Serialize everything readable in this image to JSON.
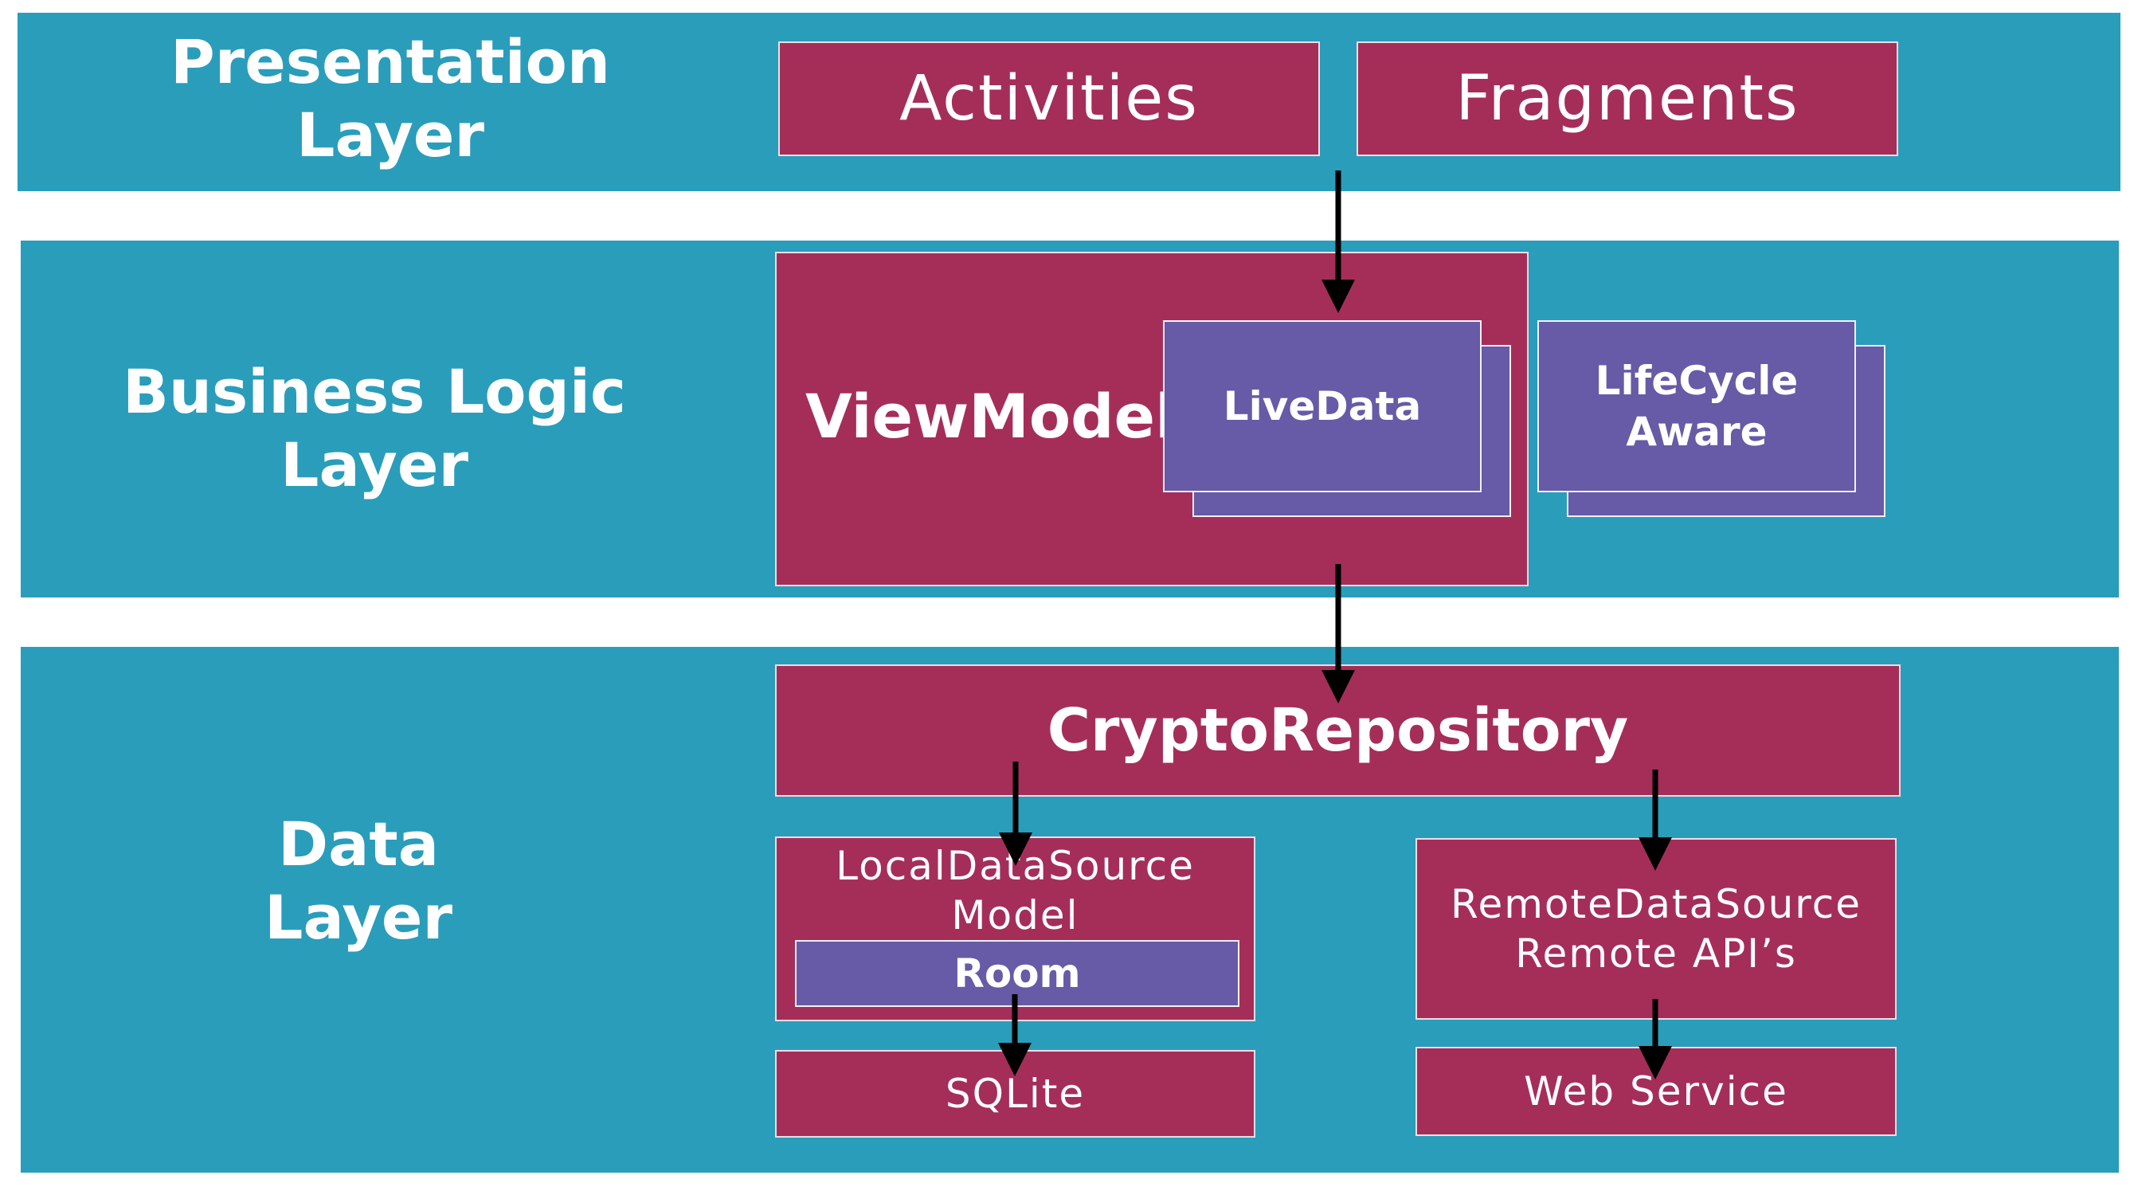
{
  "layers": {
    "presentation": {
      "title": "Presentation\nLayer"
    },
    "business": {
      "title": "Business Logic\nLayer"
    },
    "data": {
      "title": "Data\nLayer"
    }
  },
  "presentation": {
    "activities": "Activities",
    "fragments": "Fragments"
  },
  "business": {
    "viewmodel": "ViewModel",
    "livedata": "LiveData",
    "lifecycle": "LifeCycle\nAware"
  },
  "data": {
    "repository": "CryptoRepository",
    "local_source": "LocalDataSource\nModel",
    "room": "Room",
    "sqlite": "SQLite",
    "remote_source": "RemoteDataSource\nRemote API’s",
    "web_service": "Web Service"
  },
  "colors": {
    "band": "#2a9dbb",
    "box": "#a52e58",
    "purple": "#675aa6",
    "arrow": "#000000"
  }
}
